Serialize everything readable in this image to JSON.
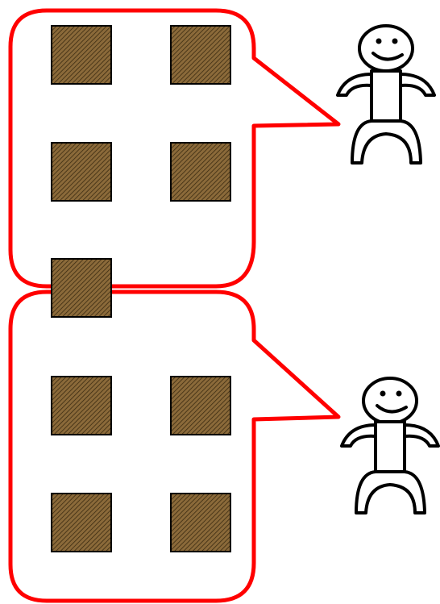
{
  "colors": {
    "background": "#ffffff",
    "bubble_stroke": "#ff0000",
    "block_fill": "#8b6a3a",
    "block_hatch": "#3a2a10",
    "block_stroke": "#000000",
    "figure_stroke": "#000000",
    "figure_fill": "#ffffff"
  },
  "panels": [
    {
      "name": "upper",
      "bubble_icon": "speech-bubble-icon",
      "figure_icon": "stick-figure-icon",
      "blocks": 5
    },
    {
      "name": "lower",
      "bubble_icon": "speech-bubble-icon",
      "figure_icon": "stick-figure-icon",
      "blocks": 4
    }
  ]
}
